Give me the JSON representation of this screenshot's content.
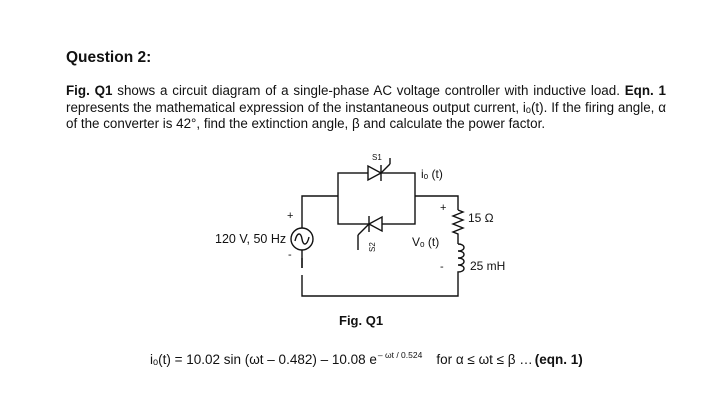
{
  "question": {
    "heading": "Question 2:"
  },
  "problem": {
    "fig_ref": "Fig. Q1",
    "sentence1_rest": " shows a circuit diagram of a single-phase AC voltage controller with inductive load.",
    "eqn_ref": "Eqn. 1",
    "sentence2_rest": " represents the mathematical expression of the instantaneous output current, iₒ(t). If the firing angle, α of the converter is 42°, find the extinction angle, β and calculate the power factor."
  },
  "circuit": {
    "source_label": "120 V, 50 Hz",
    "source_plus": "+",
    "source_minus": "-",
    "thyristor_top_label": "S1",
    "thyristor_bottom_label": "S2",
    "current_label": "iₒ (t)",
    "output_voltage_label": "Vₒ (t)",
    "output_plus": "+",
    "output_minus": "-",
    "resistor_label": "15 Ω",
    "inductor_label": "25 mH",
    "figure_caption": "Fig. Q1"
  },
  "equation": {
    "main": "iₒ(t) = 10.02 sin (ωt – 0.482) – 10.08 e",
    "exponent": "– ωt / 0.524",
    "condition": "for α ≤ ωt ≤ β  …",
    "tag": "(eqn. 1)"
  }
}
